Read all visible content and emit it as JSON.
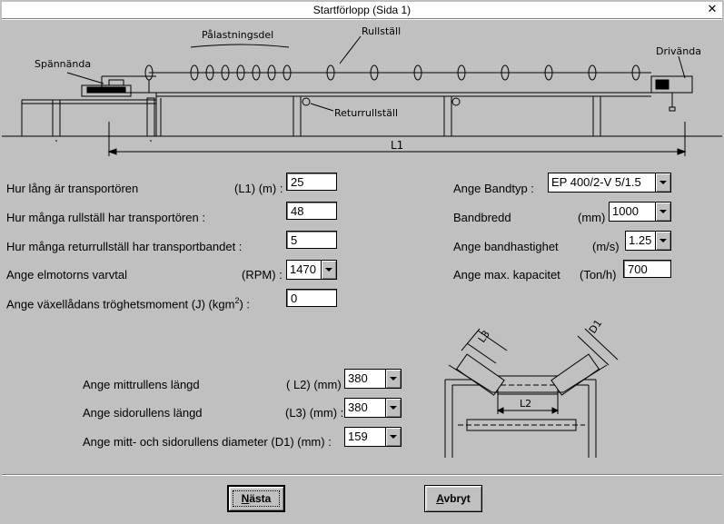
{
  "window": {
    "title": "Startförlopp (Sida 1)",
    "close_glyph": "✕"
  },
  "diagram_top": {
    "label_tension_end": "Spännända",
    "label_loading_section": "Pålastningsdel",
    "label_idler": "Rullställ",
    "label_drive_end": "Drivända",
    "label_return_idler": "Returrullställ",
    "label_length": "L1"
  },
  "diagram_bottom": {
    "label_l3": "L3",
    "label_d1": "D1",
    "label_l2": "L2"
  },
  "left_form": {
    "length": {
      "label": "Hur lång är transportören",
      "unit": "(L1) (m) :",
      "value": "25"
    },
    "idlers": {
      "label": "Hur många rullställ har transportören :",
      "value": "48"
    },
    "return_idlers": {
      "label": "Hur många returrullställ har transportbandet :",
      "value": "5"
    },
    "motor_speed": {
      "label": "Ange elmotorns varvtal",
      "unit": "(RPM) :",
      "value": "1470"
    },
    "gear_inertia": {
      "label": "Ange växellådans tröghetsmoment (J) (kgm",
      "sup": "2",
      "suffix": ") :",
      "value": "0"
    }
  },
  "right_form": {
    "belt_type": {
      "label": "Ange Bandtyp :",
      "value": "EP 400/2-V  5/1.5"
    },
    "belt_width": {
      "label": "Bandbredd",
      "unit": "(mm)",
      "value": "1000"
    },
    "belt_speed": {
      "label": "Ange bandhastighet",
      "unit": "(m/s)",
      "value": "1.25"
    },
    "capacity": {
      "label": "Ange max. kapacitet",
      "unit": "(Ton/h)",
      "value": "700"
    }
  },
  "roller_form": {
    "center_length": {
      "label": "Ange mittrullens längd",
      "unit": "( L2) (mm) :",
      "value": "380"
    },
    "side_length": {
      "label": "Ange sidorullens längd",
      "unit": "(L3) (mm) :",
      "value": "380"
    },
    "diameter": {
      "label": "Ange mitt- och sidorullens diameter (D1) (mm) :",
      "value": "159"
    }
  },
  "buttons": {
    "next": {
      "mnemonic": "N",
      "rest": "ästa"
    },
    "cancel": {
      "mnemonic": "A",
      "rest": "vbryt"
    }
  }
}
